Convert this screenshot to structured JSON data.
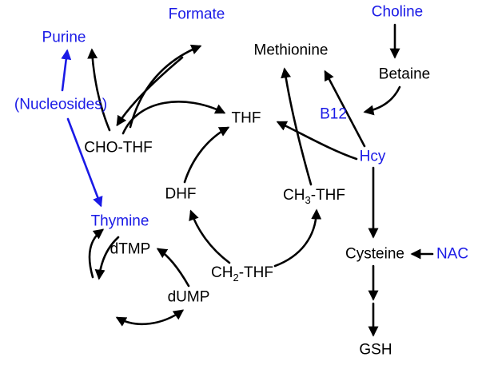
{
  "diagram": {
    "description": "One-carbon folate and methionine metabolism pathway diagram",
    "colors": {
      "blue": "#1a1ae6",
      "black": "#000000",
      "background": "#ffffff"
    },
    "nodes": {
      "formate": {
        "label": "Formate",
        "color": "blue"
      },
      "choline": {
        "label": "Choline",
        "color": "blue"
      },
      "purine": {
        "label": "Purine",
        "color": "blue"
      },
      "methionine": {
        "label": "Methionine",
        "color": "black"
      },
      "betaine": {
        "label": "Betaine",
        "color": "black"
      },
      "nucleosides": {
        "label": "(Nucleosides)",
        "color": "blue"
      },
      "thf": {
        "label": "THF",
        "color": "black"
      },
      "b12": {
        "label": "B12",
        "color": "blue"
      },
      "cho_thf": {
        "label": "CHO-THF",
        "color": "black"
      },
      "hcy": {
        "label": "Hcy",
        "color": "blue"
      },
      "dhf": {
        "label": "DHF",
        "color": "black"
      },
      "ch3_thf": {
        "pre": "CH",
        "sub": "3",
        "post": "-THF",
        "color": "black"
      },
      "thymine": {
        "label": "Thymine",
        "color": "blue"
      },
      "dtmp": {
        "label": "dTMP",
        "color": "black"
      },
      "cysteine": {
        "label": "Cysteine",
        "color": "black"
      },
      "nac": {
        "label": "NAC",
        "color": "blue"
      },
      "ch2_thf": {
        "pre": "CH",
        "sub": "2",
        "post": "-THF",
        "color": "black"
      },
      "dump": {
        "label": "dUMP",
        "color": "black"
      },
      "gsh": {
        "label": "GSH",
        "color": "black"
      }
    }
  }
}
